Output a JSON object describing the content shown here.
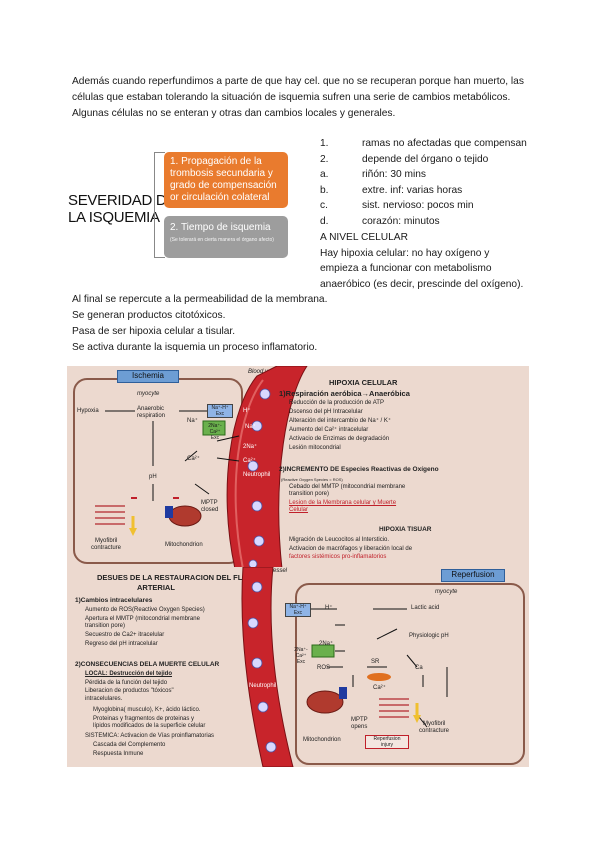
{
  "intro": [
    "Además cuando reperfundimos a parte de que hay cel. que no se recuperan porque han muerto, las",
    "células que estaban tolerando la situación de isquemia sufren una serie de cambios metabólicos.",
    "Algunas células no se enteran y otras dan cambios locales y generales."
  ],
  "severity": {
    "title_line1": "SEVERIDAD DE",
    "title_line2": "LA ISQUEMIA",
    "box1": "1. Propagación de la trombosis secundaria  y grado de compensación or circulación colateral",
    "box2": "2. Tiempo de isquemia",
    "box2_sub": "(Se tolerará en cierta manera el órgano afecto)"
  },
  "list": [
    {
      "num": "1.",
      "text": "ramas no afectadas que compensan"
    },
    {
      "num": "2.",
      "text": "depende del órgano o tejido"
    },
    {
      "num": "a.",
      "text": "riñón: 30 mins"
    },
    {
      "num": "b.",
      "text": "extre. inf: varias horas"
    },
    {
      "num": "c.",
      "text": "sist. nervioso: pocos min"
    },
    {
      "num": "d.",
      "text": "corazón: minutos"
    }
  ],
  "after_list": [
    "A NIVEL CELULAR",
    "Hay hipoxia celular: no hay oxígeno y",
    "empieza a funcionar con metabolismo",
    "anaeróbico (es decir, prescinde del oxígeno)."
  ],
  "mid": [
    "Al final se repercute a la permeabilidad de la membrana.",
    "Se generan productos citotóxicos.",
    "Pasa de ser hipoxia celular a tisular.",
    "Se activa durante la isquemia un proceso inflamatorio."
  ],
  "fig1": {
    "tab": "Ischemia",
    "myocyte": "myocyte",
    "blood_vessel": "Blood vessel",
    "hypoxia": "Hypoxia",
    "anaerobic": "Anaerobic",
    "respiration": "respiration",
    "exc1a": "Na⁺-H⁺",
    "exc1b": "Exc",
    "na": "Na⁺",
    "exc2a": "2Na⁺-Ca²⁺",
    "exc2b": "Exc",
    "ca": "Ca²⁺",
    "ph": "pH",
    "mptp": "MPTP",
    "closed": "closed",
    "myofibril": "Myofibril",
    "contracture": "contracture",
    "mitochondrion": "Mitochondrion",
    "neutrophil": "Neutrophil",
    "h": "H⁺",
    "na2": "Na⁺",
    "na3": "2Na⁺",
    "ca2": "Ca²⁺",
    "title": "HIPOXIA CELULAR",
    "s1": "1)Respiración aeróbica→Anaeróbica",
    "s1_items": [
      "Reducción de la producción de ATP",
      "Dscenso del pH Intracelular",
      "Alteración del intercambio de Na⁺ / K⁺",
      "Aumento del Ca²⁺ intracelular",
      "Activacio de Enzimas de degradación",
      "Lesión mitocondrial"
    ],
    "s2": "2)INCREMENTO DE Especies Reactivas de Oxígeno",
    "s2_sub": "(Reactive Oxygen Species = ROS)",
    "s2_item1a": "Cebado del MMTP (mitocondrial membrane",
    "s2_item1b": "transition pore)",
    "s2_item2a": "Lesion de la Membrana celular y Muerte",
    "s2_item2b": "Celular",
    "s3": "HIPOXIA TISUAR",
    "s3_item1": "Migración de Leucocitos al Intersticio.",
    "s3_item2a": "Activacion de macrófagos y liberación local de",
    "s3_item2b": "factores sistémicos pro-inflamatorios"
  },
  "fig2": {
    "title1": "DESUES DE LA RESTAURACION DEL FLUJO",
    "title2": "ARTERIAL",
    "s1": "1)Cambios intracelulares",
    "s1_items": [
      "Aumento de ROS(Reactive Oxygen Species)",
      "Apertura el MMTP (mitocondrial membrane",
      "transition pore)",
      "Secuestro de Ca2+ itracelular",
      "Regreso del pH intracelular"
    ],
    "s2": "2)CONSECUENCIAS DELA MUERTE CELULAR",
    "local": "LOCAL: Destrucción del tejido",
    "local_items": [
      "Pérdida de la función del tejido",
      "Liberacion de productos \"tóxicos\"",
      "intracelulares."
    ],
    "sub_items": [
      "Myoglobina( musculo), K+, ácido láctico.",
      "Proteinas y fragmentos de proteinas y",
      "lípidos  modificados de la superficie celular"
    ],
    "sistemica": "SISTEMICA: Activacion de Vías proinflamatorias",
    "sis_items": [
      "Cascada del Complemento",
      "Respuesta Inmune"
    ],
    "tab": "Reperfusion",
    "blood_vessel": "Blood vessel",
    "myocyte": "myocyte",
    "lactic": "Lactic acid",
    "physio": "Physiologic pH",
    "exc1a": "Na⁺-H⁺",
    "exc1b": "Exc",
    "exc2a": "2Na⁺-Ca²⁺",
    "exc2b": "Exc",
    "h": "H⁺",
    "na": "2Na⁺",
    "ros": "ROS",
    "sr": "SR",
    "ca": "Ca",
    "ca2": "Ca²⁺",
    "mptp": "MPTP",
    "opens": "opens",
    "myofibril": "Myofibril",
    "contracture": "contracture",
    "mitochondrion": "Mitochondrion",
    "neutrophil": "Neutrophil",
    "injury1": "Reperfusion",
    "injury2": "injury"
  },
  "colors": {
    "orange": "#e97b2e",
    "gray": "#9d9d9d",
    "vessel": "#c8242b",
    "tab": "#6d9dd4"
  }
}
